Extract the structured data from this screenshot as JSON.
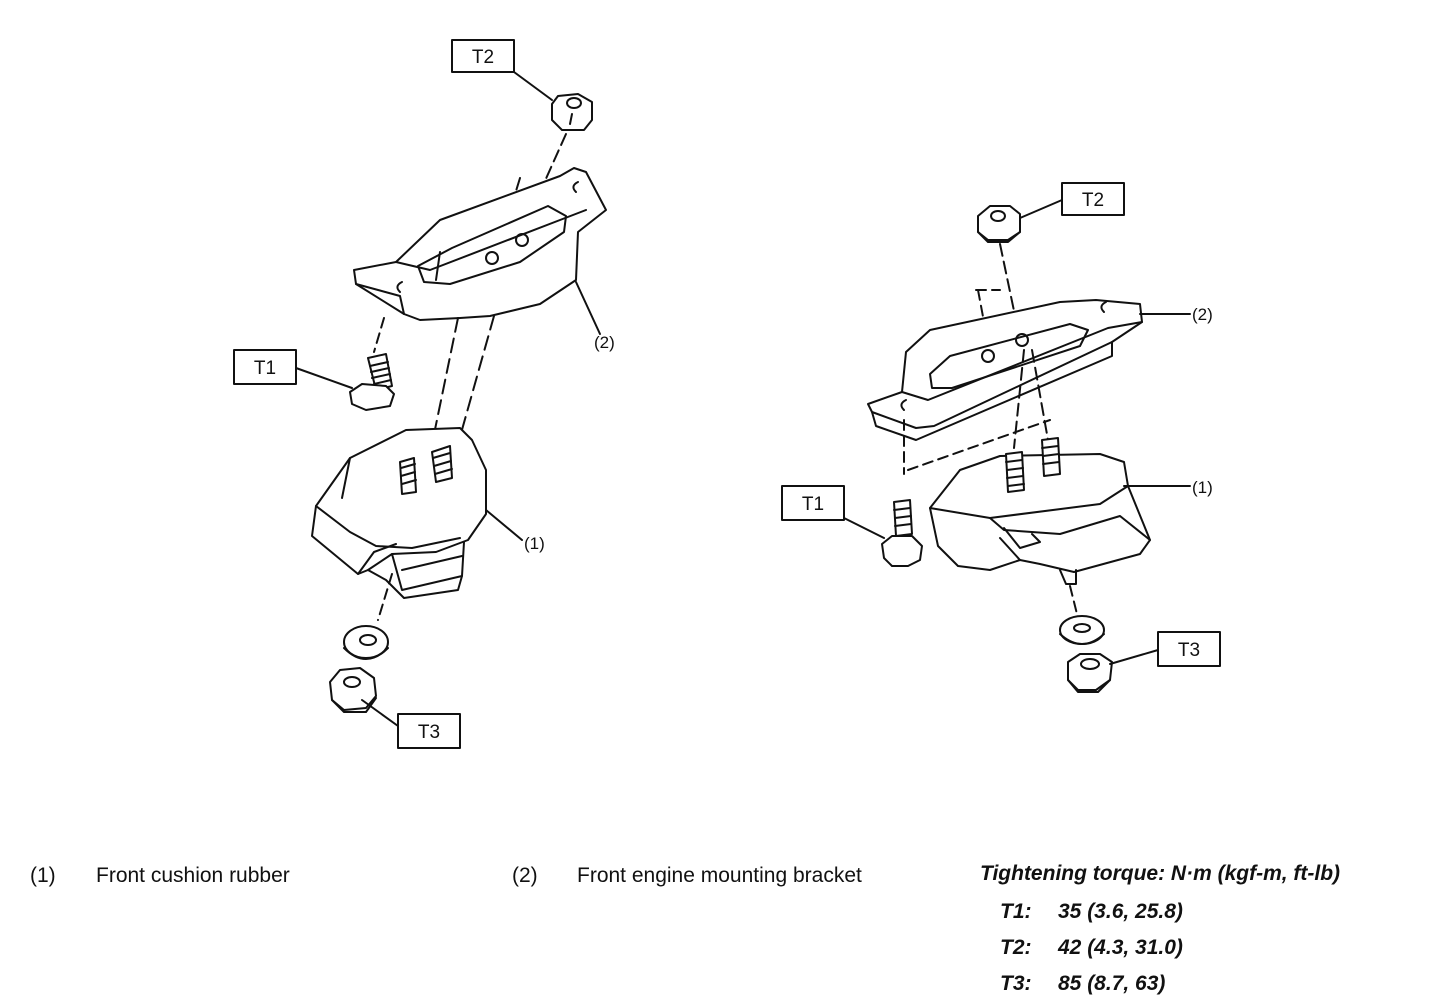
{
  "tags": {
    "t1": "T1",
    "t2": "T2",
    "t3": "T3"
  },
  "callouts": {
    "c1": "(1)",
    "c2": "(2)"
  },
  "legend": [
    {
      "num": "(1)",
      "text": "Front cushion rubber"
    },
    {
      "num": "(2)",
      "text": "Front engine mounting bracket"
    }
  ],
  "torque": {
    "heading": "Tightening torque: N·m (kgf-m, ft-lb)",
    "rows": [
      {
        "key": "T1:",
        "value": "35 (3.6, 25.8)"
      },
      {
        "key": "T2:",
        "value": "42 (4.3, 31.0)"
      },
      {
        "key": "T3:",
        "value": "85 (8.7, 63)"
      }
    ]
  }
}
